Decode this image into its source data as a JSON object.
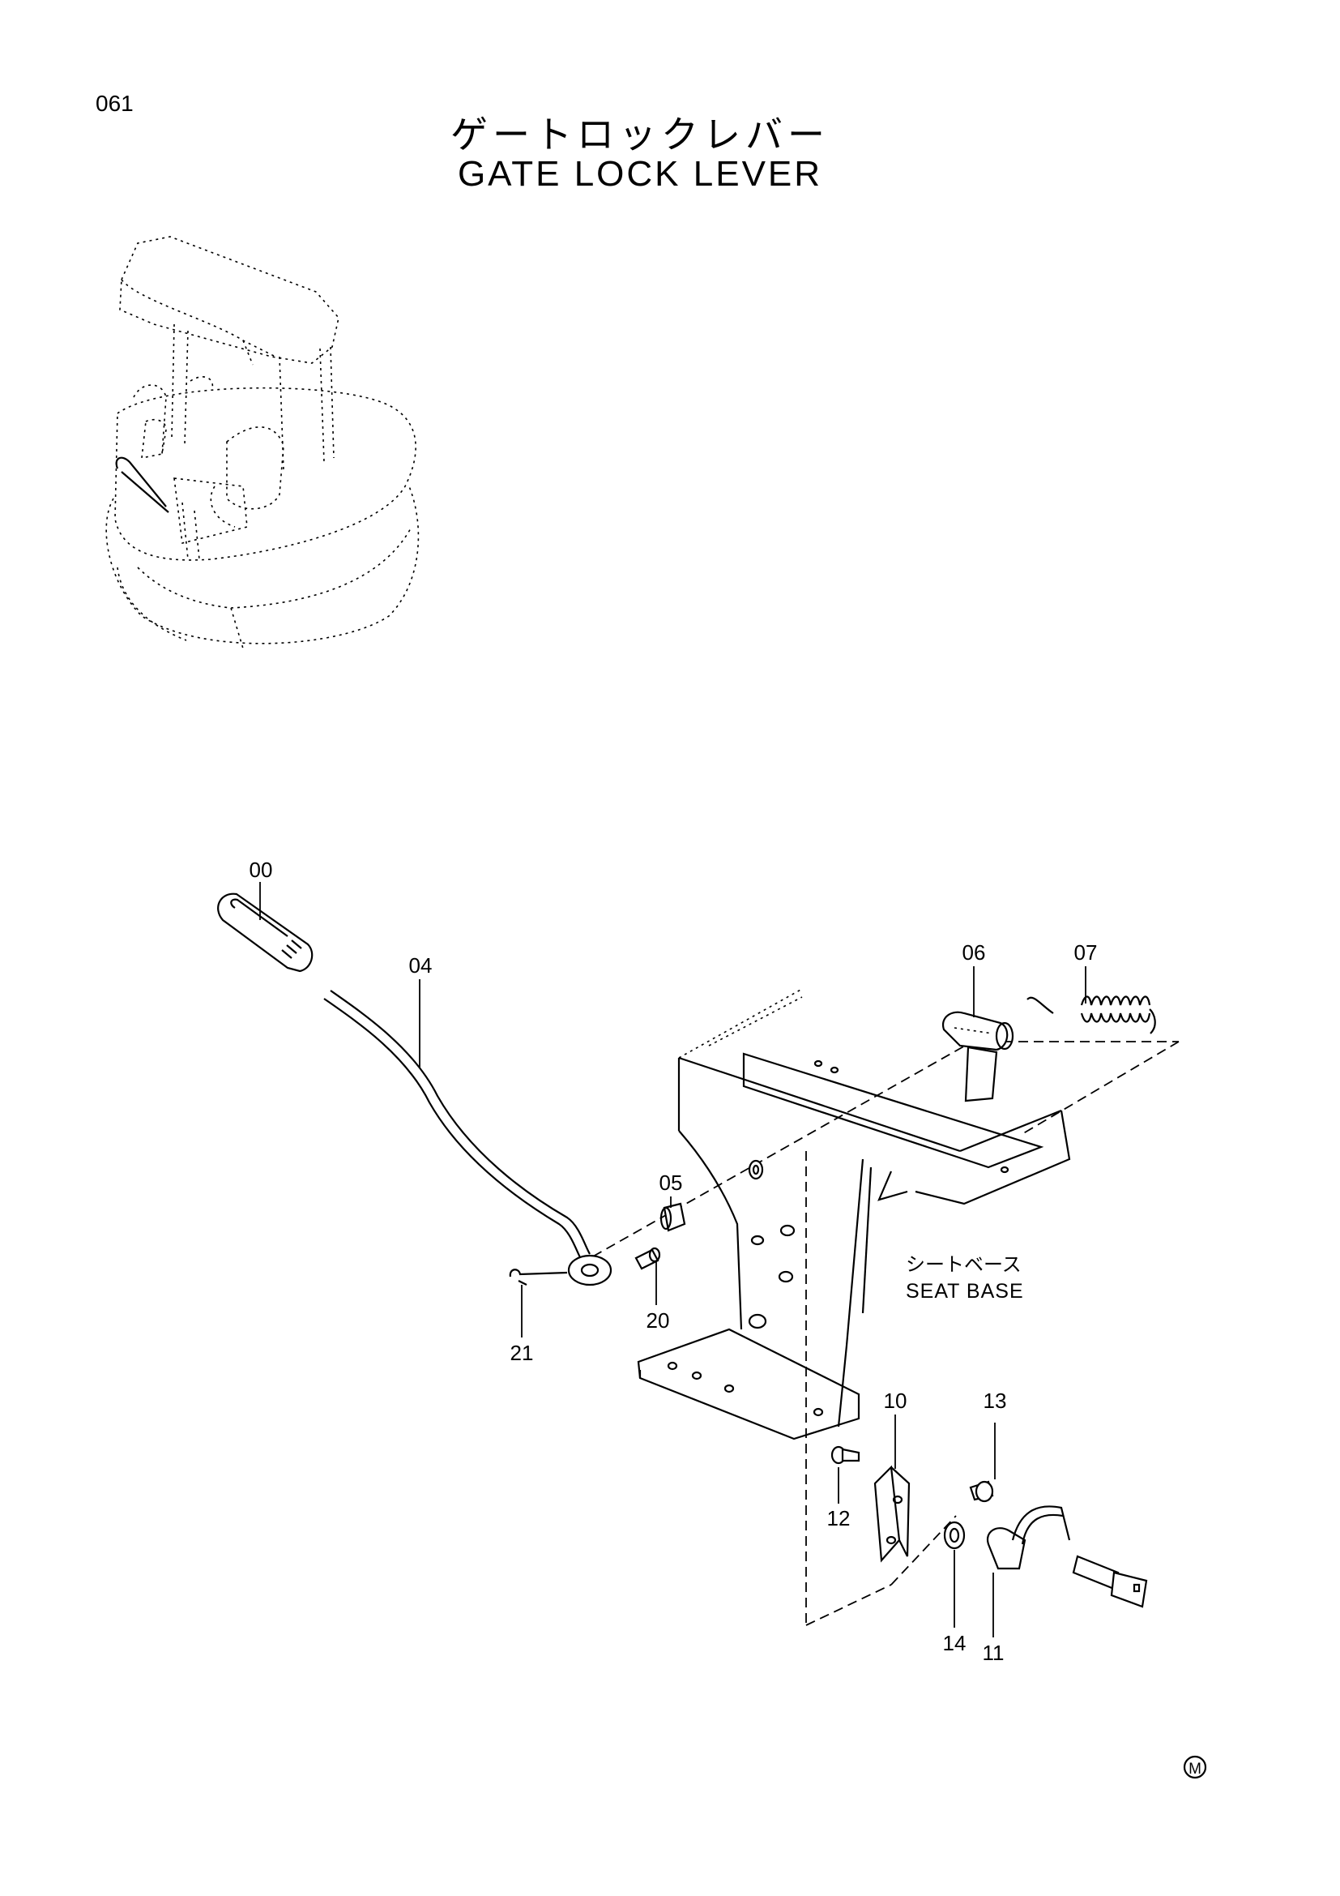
{
  "page_number": "061",
  "title_jp": "ゲートロックレバー",
  "title_en": "GATE LOCK LEVER",
  "callouts": {
    "c00": "00",
    "c04": "04",
    "c05": "05",
    "c06": "06",
    "c07": "07",
    "c10": "10",
    "c11": "11",
    "c12": "12",
    "c13": "13",
    "c14": "14",
    "c20": "20",
    "c21": "21"
  },
  "seat_base_label_jp": "シートベース",
  "seat_base_label_en": "SEAT BASE",
  "mark": "M"
}
